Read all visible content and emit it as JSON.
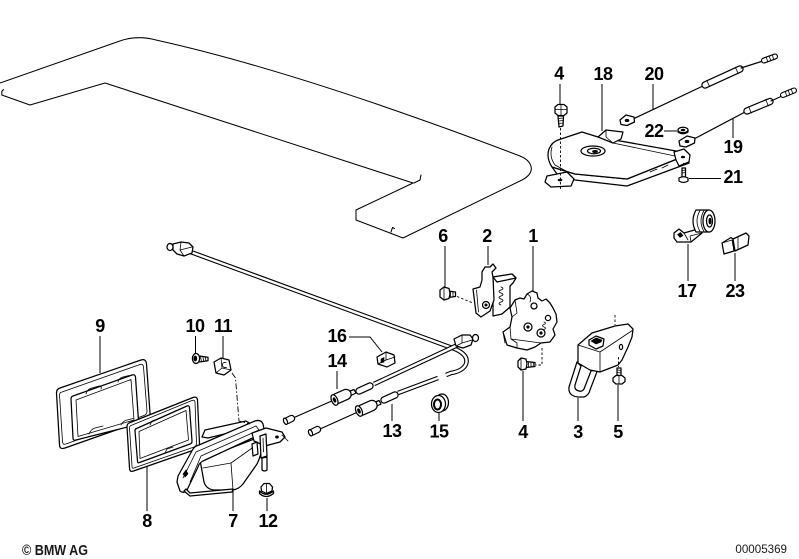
{
  "colors": {
    "line": "#000000",
    "background": "#ffffff",
    "footer_text": "#1a1a1a"
  },
  "diagram": {
    "callouts": {
      "plate_assembly": [
        "4",
        "18",
        "20",
        "22",
        "19",
        "21"
      ],
      "lock_assembly": [
        "6",
        "2",
        "1",
        "4",
        "3",
        "5"
      ],
      "clips": [
        "17",
        "23"
      ],
      "cable_assembly": [
        "16",
        "14",
        "13",
        "15"
      ],
      "handle_assembly": [
        "9",
        "10",
        "11",
        "8",
        "7",
        "12"
      ]
    }
  },
  "footer": {
    "copyright": "© BMW AG",
    "diagram_number": "00005369"
  }
}
